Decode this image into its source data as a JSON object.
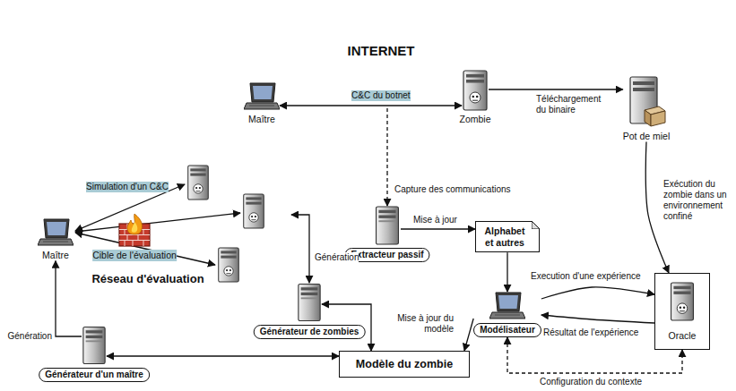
{
  "diagram": {
    "nodes": [
      {
        "text": [
          "INTERNET"
        ]
      },
      {
        "text": [
          "Maître"
        ],
        "in": 0
      },
      {
        "text": [
          "Zombie"
        ],
        "in": 0
      },
      {
        "text": [
          "Pot de miel"
        ]
      },
      {
        "text": [
          "Réseau d'évaluation"
        ]
      },
      {
        "text": [
          "Maître"
        ],
        "in": 4
      },
      {
        "text": [
          "Cible de l'évaluation"
        ],
        "in": 4
      },
      {
        "text": [
          "Extracteur passif"
        ]
      },
      {
        "text": [
          "Alphabet et autres"
        ]
      },
      {
        "text": [
          "Modélisateur"
        ]
      },
      {
        "text": [
          "Oracle"
        ]
      },
      {
        "text": [
          "Générateur de zombies"
        ]
      },
      {
        "text": [
          "Modèle du zombie"
        ]
      },
      {
        "text": [
          "Générateur d'un maître"
        ]
      }
    ],
    "edges": [
      {
        "from": 1,
        "to": 2,
        "arrow": "both",
        "label": "C&C du botnet"
      },
      {
        "from": 2,
        "to": 3,
        "arrow": "to",
        "label": "Téléchargement du binaire"
      },
      {
        "from": 3,
        "to": 10,
        "arrow": "to",
        "label": "Exécution du zombie dans un environnement confiné"
      },
      {
        "from": 0,
        "to": 7,
        "arrow": "to",
        "label": "Capture des communications"
      },
      {
        "from": 7,
        "to": 8,
        "arrow": "to",
        "label": "Mise à jour"
      },
      {
        "from": 8,
        "to": 9,
        "arrow": "to"
      },
      {
        "from": 9,
        "to": 10,
        "arrow": "to",
        "label": "Execution d'une expérience"
      },
      {
        "from": 10,
        "to": 9,
        "arrow": "to",
        "label": "Résultat de l'expérience"
      },
      {
        "from": 9,
        "to": 10,
        "arrow": "both",
        "label": "Configuration du contexte"
      },
      {
        "from": 9,
        "to": 12,
        "arrow": "to",
        "label": "Mise à jour du modèle"
      },
      {
        "from": 12,
        "to": 11,
        "arrow": "both"
      },
      {
        "from": 12,
        "to": 13,
        "arrow": "both"
      },
      {
        "from": 13,
        "to": 5,
        "arrow": "to",
        "label": "Génération"
      },
      {
        "from": 11,
        "to": 4,
        "arrow": "both",
        "label": "Génération"
      }
    ],
    "labels": [
      "Simulation d'un C&C"
    ]
  }
}
